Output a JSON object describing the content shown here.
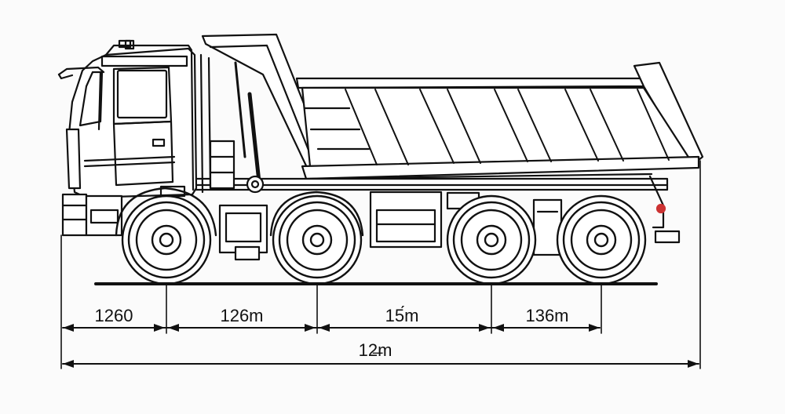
{
  "drawing": {
    "subject": "8x4 dump truck side view",
    "line_color": "#111111",
    "paper_color": "#fbfbfb"
  },
  "dimensions": {
    "overhang_label": "1260",
    "wheelbase_1_label": "126m",
    "wheelbase_2_label": "15́m",
    "wheelbase_3_label": "136m",
    "total_length_label": "12̶m"
  }
}
